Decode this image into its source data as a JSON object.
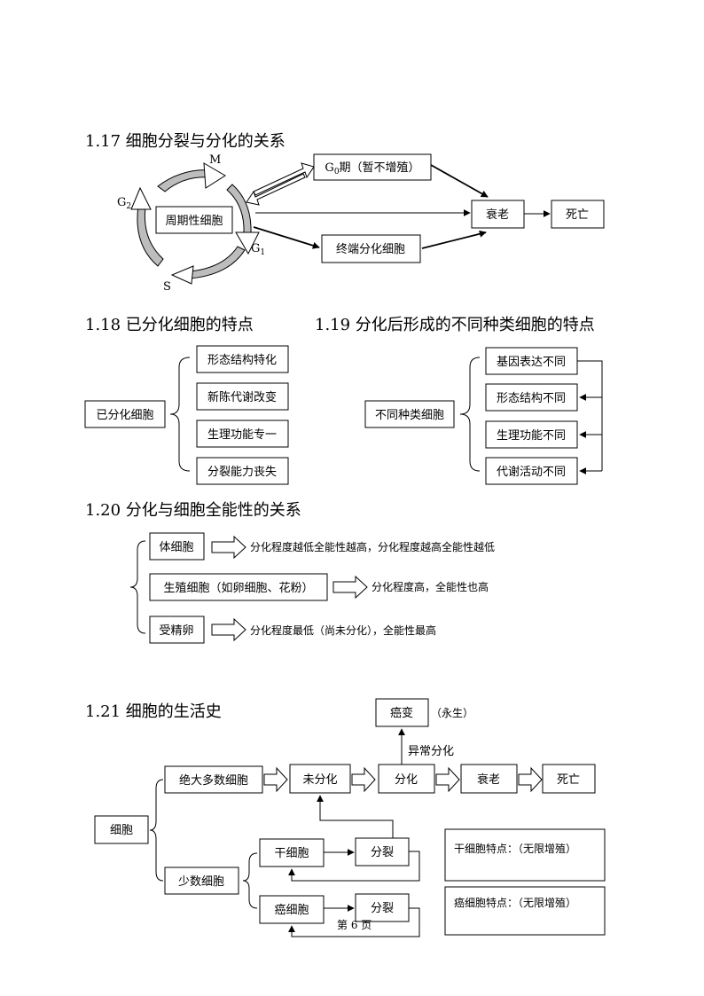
{
  "s117": {
    "title": "1.17 细胞分裂与分化的关系",
    "center": "周期性细胞",
    "phase_m": "M",
    "phase_g2": "G",
    "phase_g2_sub": "2",
    "phase_g1": "G",
    "phase_g1_sub": "1",
    "phase_s": "S",
    "g0_prefix": "G",
    "g0_sub": "0",
    "g0_suffix": "期（暂不增殖）",
    "aging": "衰老",
    "death": "死亡",
    "terminal": "终端分化细胞"
  },
  "s118": {
    "title": "1.18 已分化细胞的特点",
    "root": "已分化细胞",
    "items": [
      "形态结构特化",
      "新陈代谢改变",
      "生理功能专一",
      "分裂能力丧失"
    ]
  },
  "s119": {
    "title": "1.19 分化后形成的不同种类细胞的特点",
    "root": "不同种类细胞",
    "items": [
      "基因表达不同",
      "形态结构不同",
      "生理功能不同",
      "代谢活动不同"
    ]
  },
  "s120": {
    "title": "1.20 分化与细胞全能性的关系",
    "rows": [
      {
        "box": "体细胞",
        "text": "分化程度越低全能性越高，分化程度越高全能性越低"
      },
      {
        "box": "生殖细胞（如卵细胞、花粉）",
        "text": "分化程度高，全能性也高"
      },
      {
        "box": "受精卵",
        "text": "分化程度最低（尚未分化），全能性最高"
      }
    ]
  },
  "s121": {
    "title": "1.21 细胞的生活史",
    "cancer": "癌变",
    "immortal": "（永生）",
    "abnormal": "异常分化",
    "most": "绝大多数细胞",
    "undiff": "未分化",
    "diff": "分化",
    "aging": "衰老",
    "death": "死亡",
    "cell": "细胞",
    "few": "少数细胞",
    "stem": "干细胞",
    "split1": "分裂",
    "cancer_cell": "癌细胞",
    "split2": "分裂",
    "stem_feature": "干细胞特点：（无限增殖）",
    "cancer_feature": "癌细胞特点：（无限增殖）"
  },
  "footer": {
    "page": "第 6 页"
  }
}
